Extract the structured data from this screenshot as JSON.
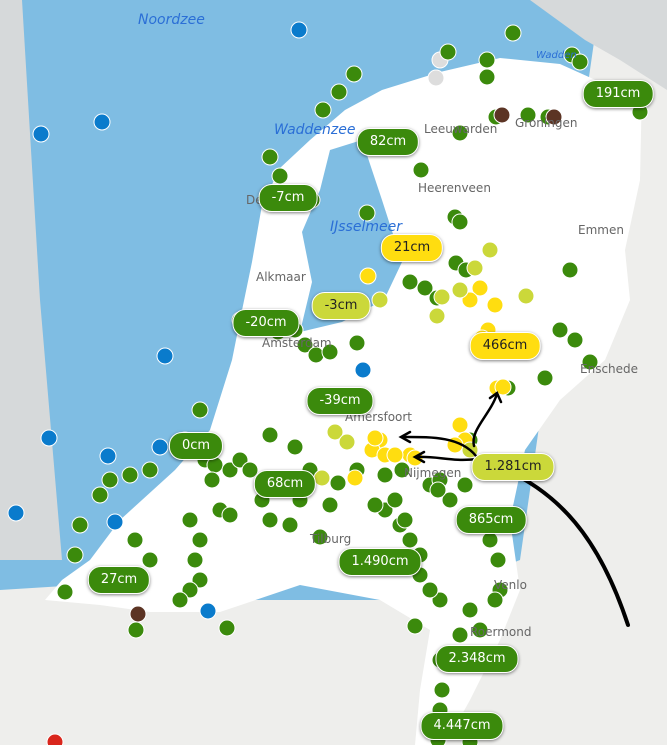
{
  "water_labels": {
    "north_sea": "Noordzee",
    "wadden": "Waddenzee",
    "ijsselmeer": "IJsselmeer",
    "wadden_east": "Wadden"
  },
  "places": {
    "leeuwarden": "Leeuwarden",
    "groningen": "Groningen",
    "heerenveen": "Heerenveen",
    "emmen": "Emmen",
    "alkmaar": "Alkmaar",
    "amsterdam": "Amsterdam",
    "amersfoort": "Amersfoort",
    "nijmegen": "Nijmegen",
    "enschede": "Enschede",
    "tilburg": "Tilburg",
    "venlo": "Venlo",
    "roermond": "Roermond",
    "den_helder": "De"
  },
  "labels": [
    {
      "text": "191cm",
      "status": "green"
    },
    {
      "text": "82cm",
      "status": "green"
    },
    {
      "text": "-7cm",
      "status": "green"
    },
    {
      "text": "21cm",
      "status": "yellow"
    },
    {
      "text": "-3cm",
      "status": "yellow-green"
    },
    {
      "text": "-20cm",
      "status": "green"
    },
    {
      "text": "466cm",
      "status": "yellow"
    },
    {
      "text": "-39cm",
      "status": "green"
    },
    {
      "text": "0cm",
      "status": "green"
    },
    {
      "text": "1.281cm",
      "status": "yellow-green"
    },
    {
      "text": "68cm",
      "status": "green"
    },
    {
      "text": "865cm",
      "status": "green"
    },
    {
      "text": "1.490cm",
      "status": "green"
    },
    {
      "text": "27cm",
      "status": "green"
    },
    {
      "text": "2.348cm",
      "status": "green"
    },
    {
      "text": "4.447cm",
      "status": "green"
    }
  ],
  "colors": {
    "sea": "#7fbde3",
    "land": "#ffffff",
    "foreign": "#eeeeec",
    "green": "#3b8a0c",
    "yellow": "#ffdd10",
    "yellow_green": "#cbd83a",
    "blue": "#0a7bcc",
    "brown": "#5c3424",
    "grey": "#dddddd",
    "red": "#d9261c"
  }
}
